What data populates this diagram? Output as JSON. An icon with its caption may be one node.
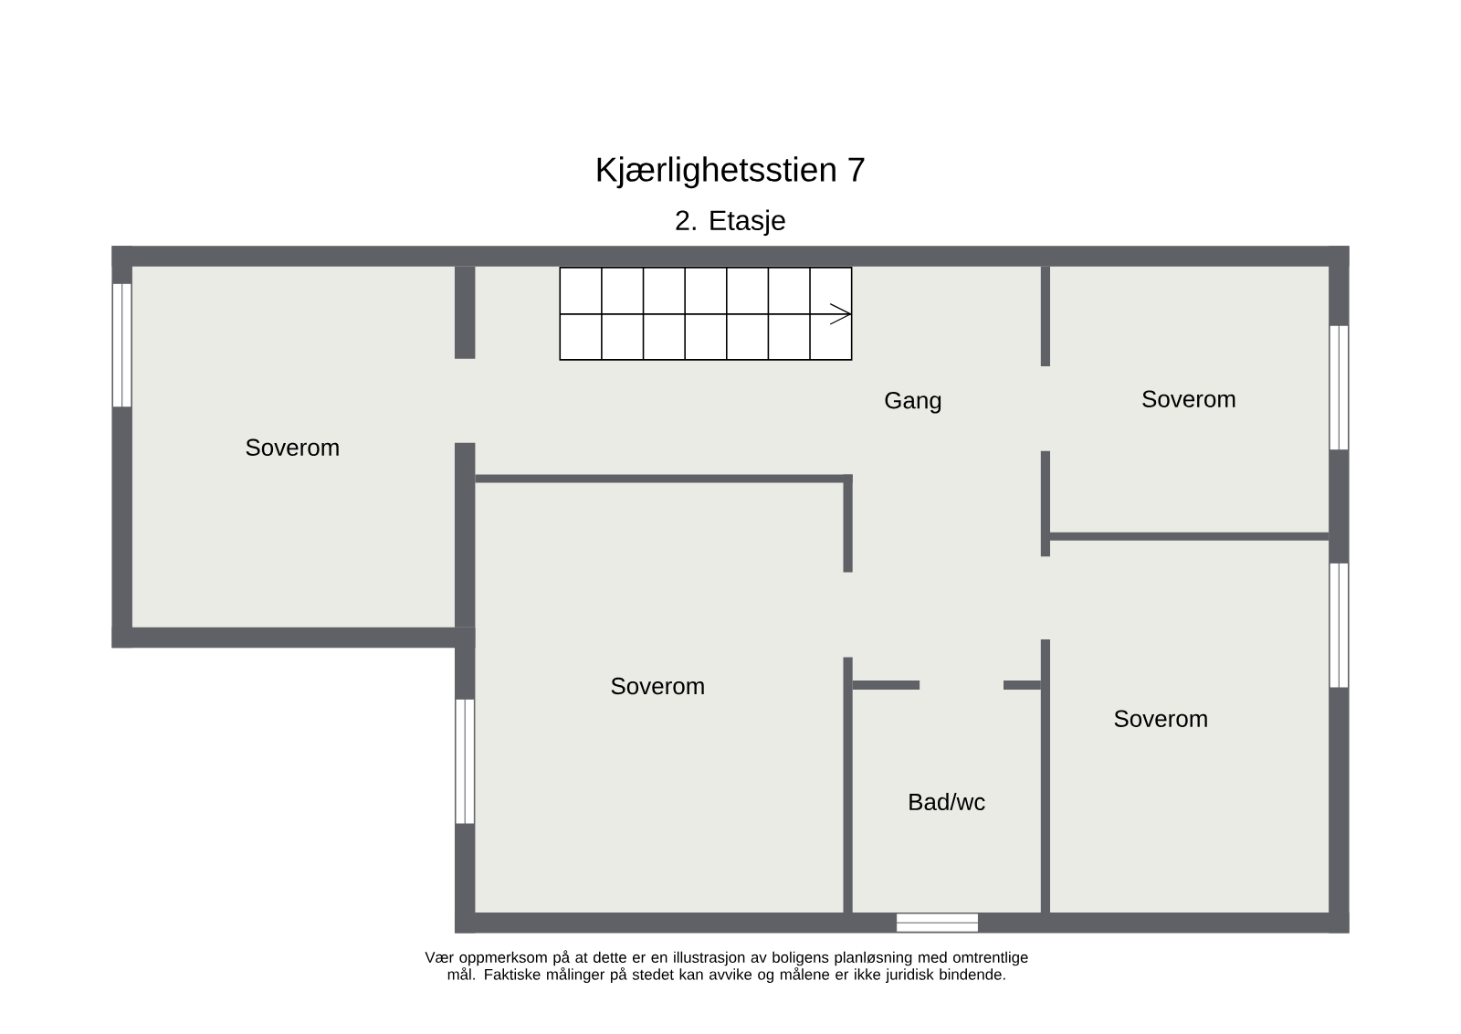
{
  "diagram": {
    "title": "Kjærlighetsstien 7",
    "caption": "Vær oppmerksom på at dette er en illustrasjon av boligens planløsning med omtrentlige mål. Faktiske målinger på stedet kan avvike og målene er ikke juridisk bindende.",
    "nodes": [
      {
        "text": [
          "Soverom"
        ]
      },
      {
        "text": [
          "Gang"
        ]
      },
      {
        "text": [
          "Soverom"
        ]
      },
      {
        "text": [
          "Soverom"
        ]
      },
      {
        "text": [
          "Soverom"
        ]
      },
      {
        "text": [
          "Bad/wc"
        ]
      }
    ],
    "labels": [
      "2. Etasje"
    ]
  }
}
